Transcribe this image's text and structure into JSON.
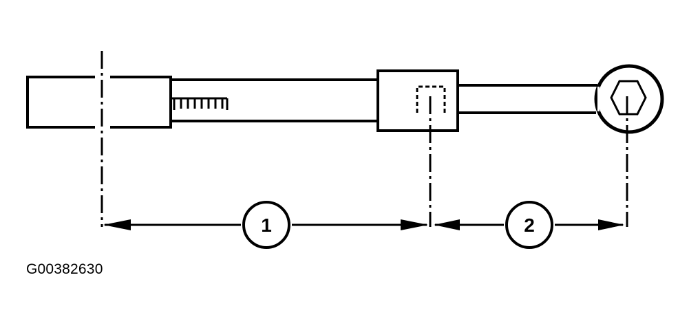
{
  "diagram": {
    "callouts": [
      {
        "id": "1",
        "label": "1"
      },
      {
        "id": "2",
        "label": "2"
      }
    ],
    "figure_id": "G00382630",
    "colors": {
      "ink": "#000000",
      "background": "#ffffff"
    }
  }
}
